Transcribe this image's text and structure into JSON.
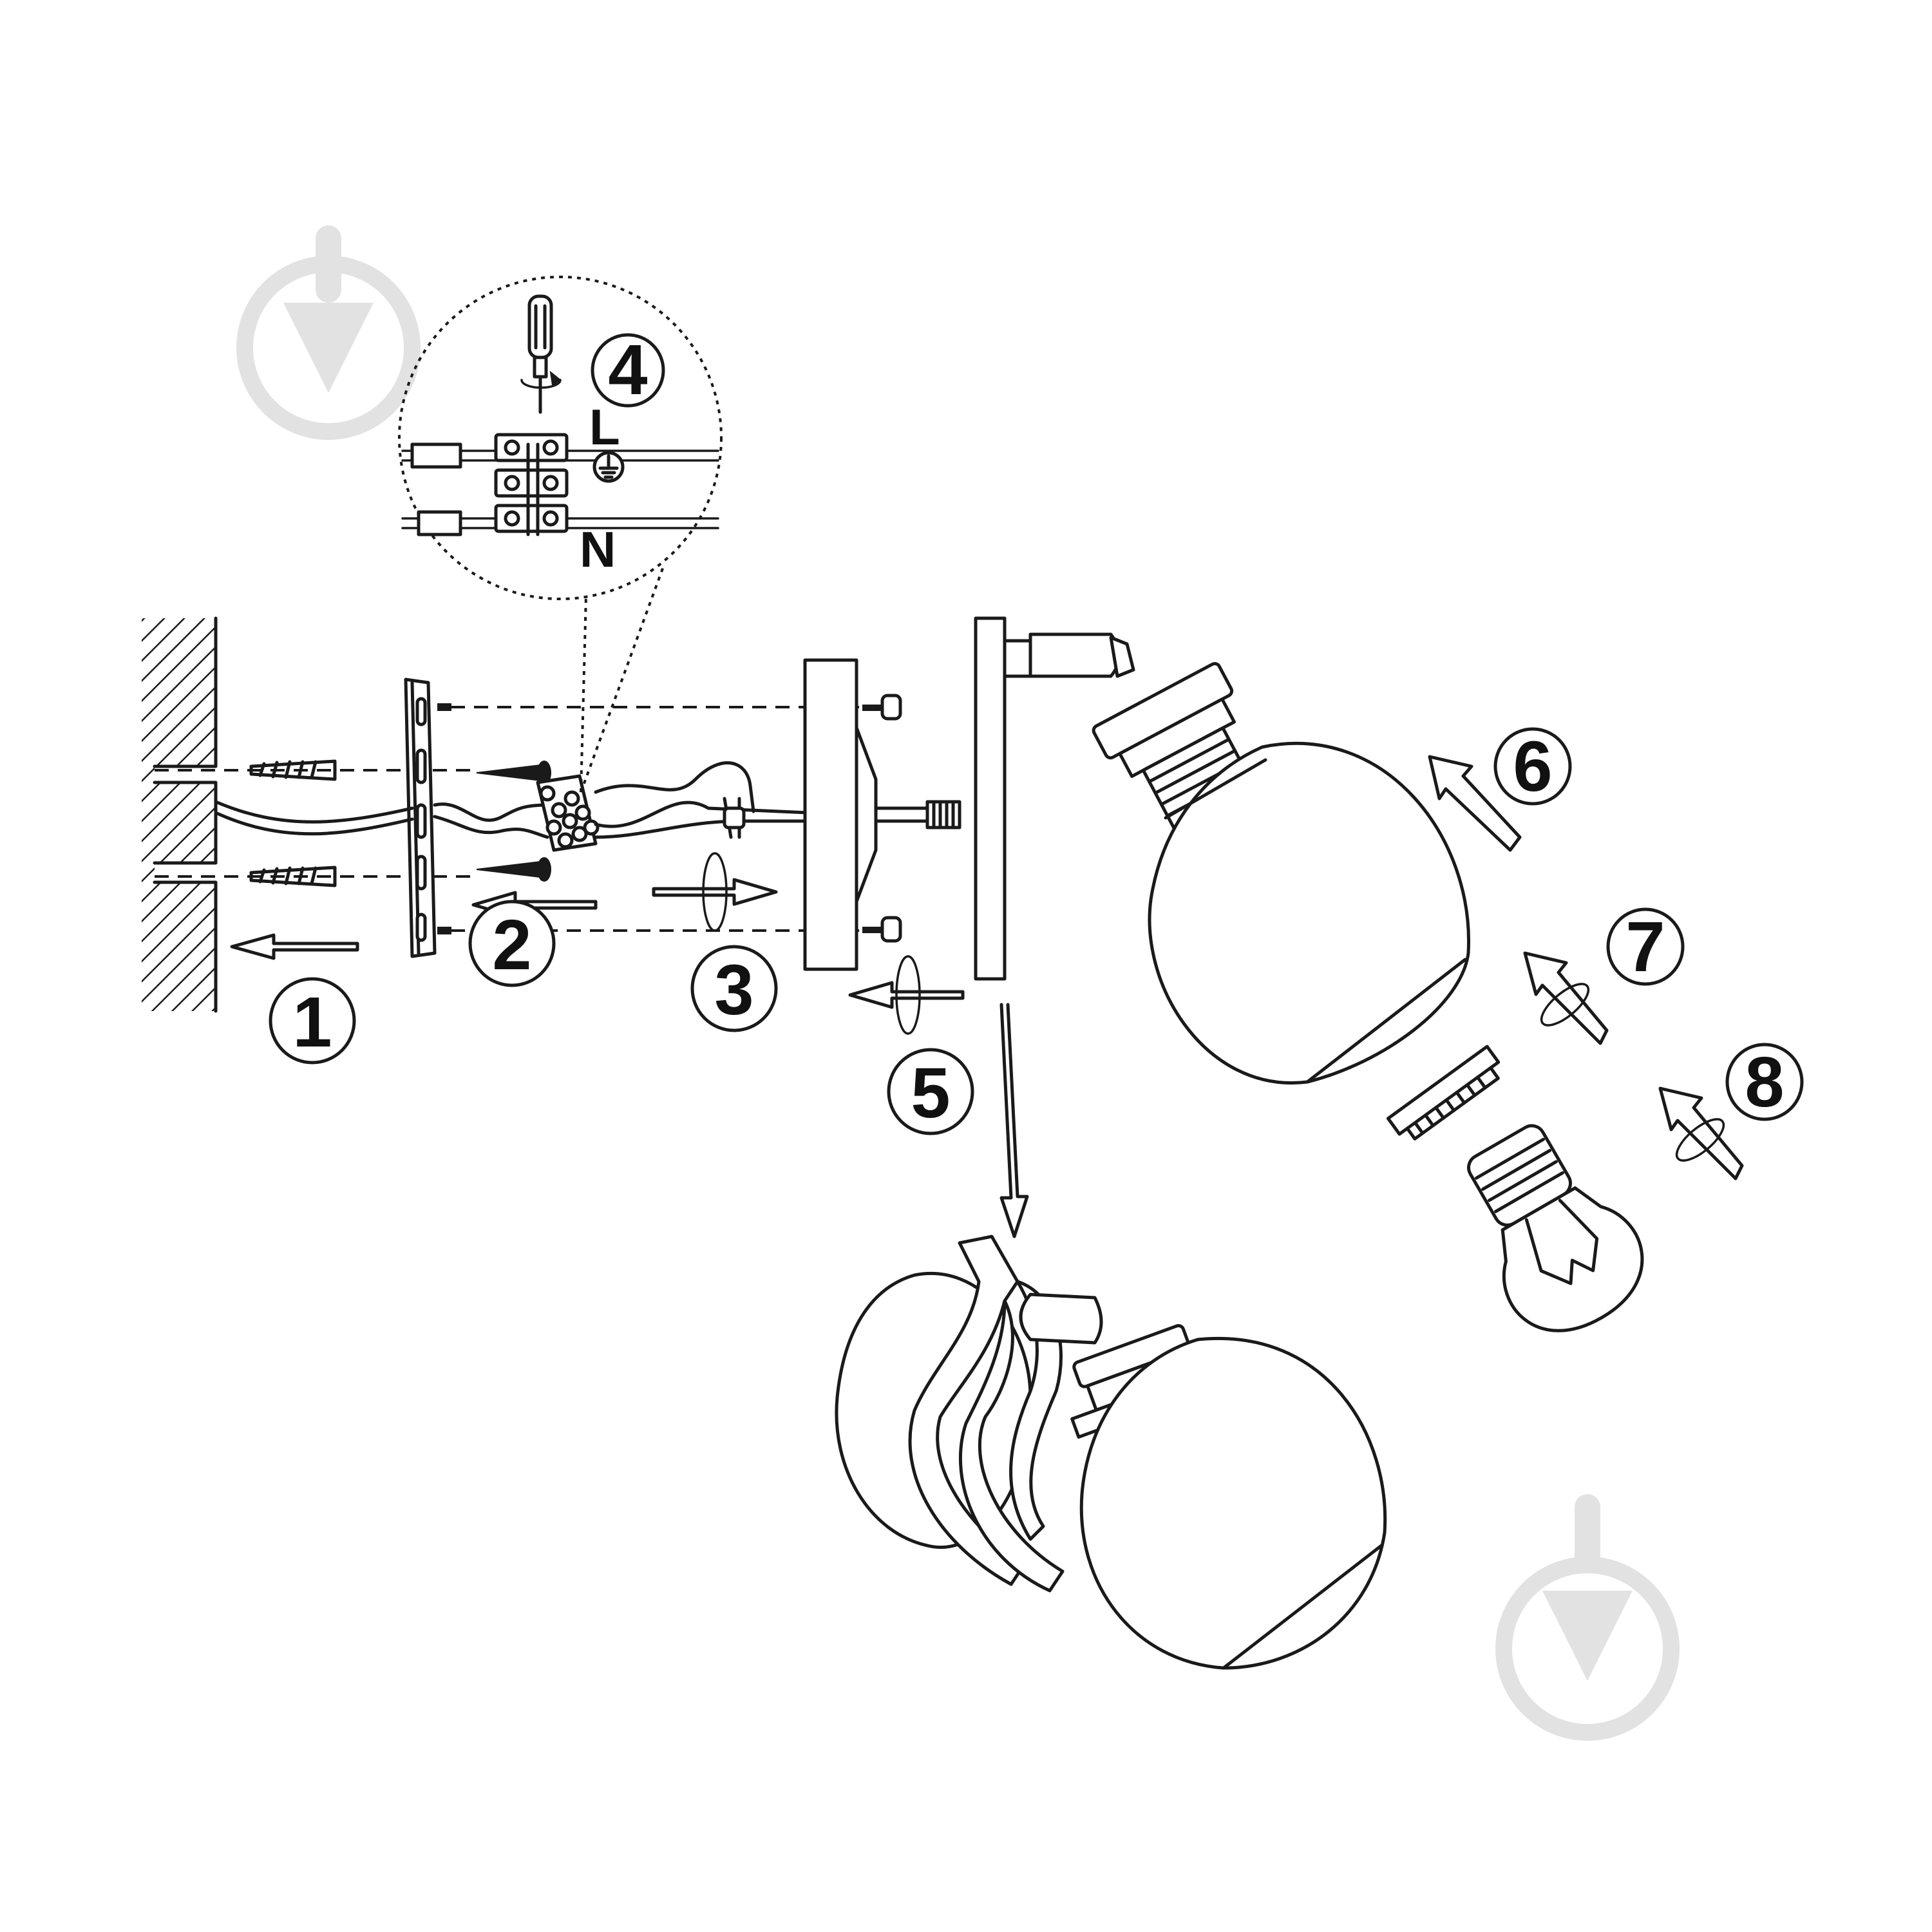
{
  "steps": [
    {
      "number": "1"
    },
    {
      "number": "2"
    },
    {
      "number": "3"
    },
    {
      "number": "4"
    },
    {
      "number": "5"
    },
    {
      "number": "6"
    },
    {
      "number": "7"
    },
    {
      "number": "8"
    }
  ],
  "wiring": {
    "live_label": "L",
    "neutral_label": "N",
    "earth_symbol": "earth-ground-icon"
  },
  "colors": {
    "line": "#1a1a1a",
    "watermark": "#e2e2e2"
  }
}
